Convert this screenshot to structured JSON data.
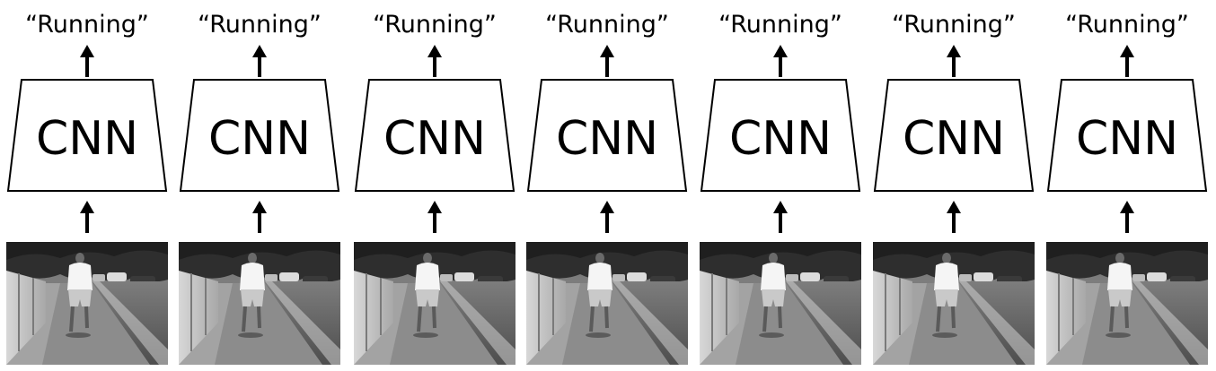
{
  "diagram": {
    "type": "per-frame-classification",
    "frames": [
      {
        "output_label": "“Running”",
        "model_label": "CNN"
      },
      {
        "output_label": "“Running”",
        "model_label": "CNN"
      },
      {
        "output_label": "“Running”",
        "model_label": "CNN"
      },
      {
        "output_label": "“Running”",
        "model_label": "CNN"
      },
      {
        "output_label": "“Running”",
        "model_label": "CNN"
      },
      {
        "output_label": "“Running”",
        "model_label": "CNN"
      },
      {
        "output_label": "“Running”",
        "model_label": "CNN"
      }
    ],
    "frame_image": {
      "description_icon": "photo-runner-on-sidewalk",
      "style": "grayscale"
    }
  },
  "colors": {
    "stroke": "#000000",
    "box_fill": "#ffffff",
    "background": "#ffffff"
  }
}
